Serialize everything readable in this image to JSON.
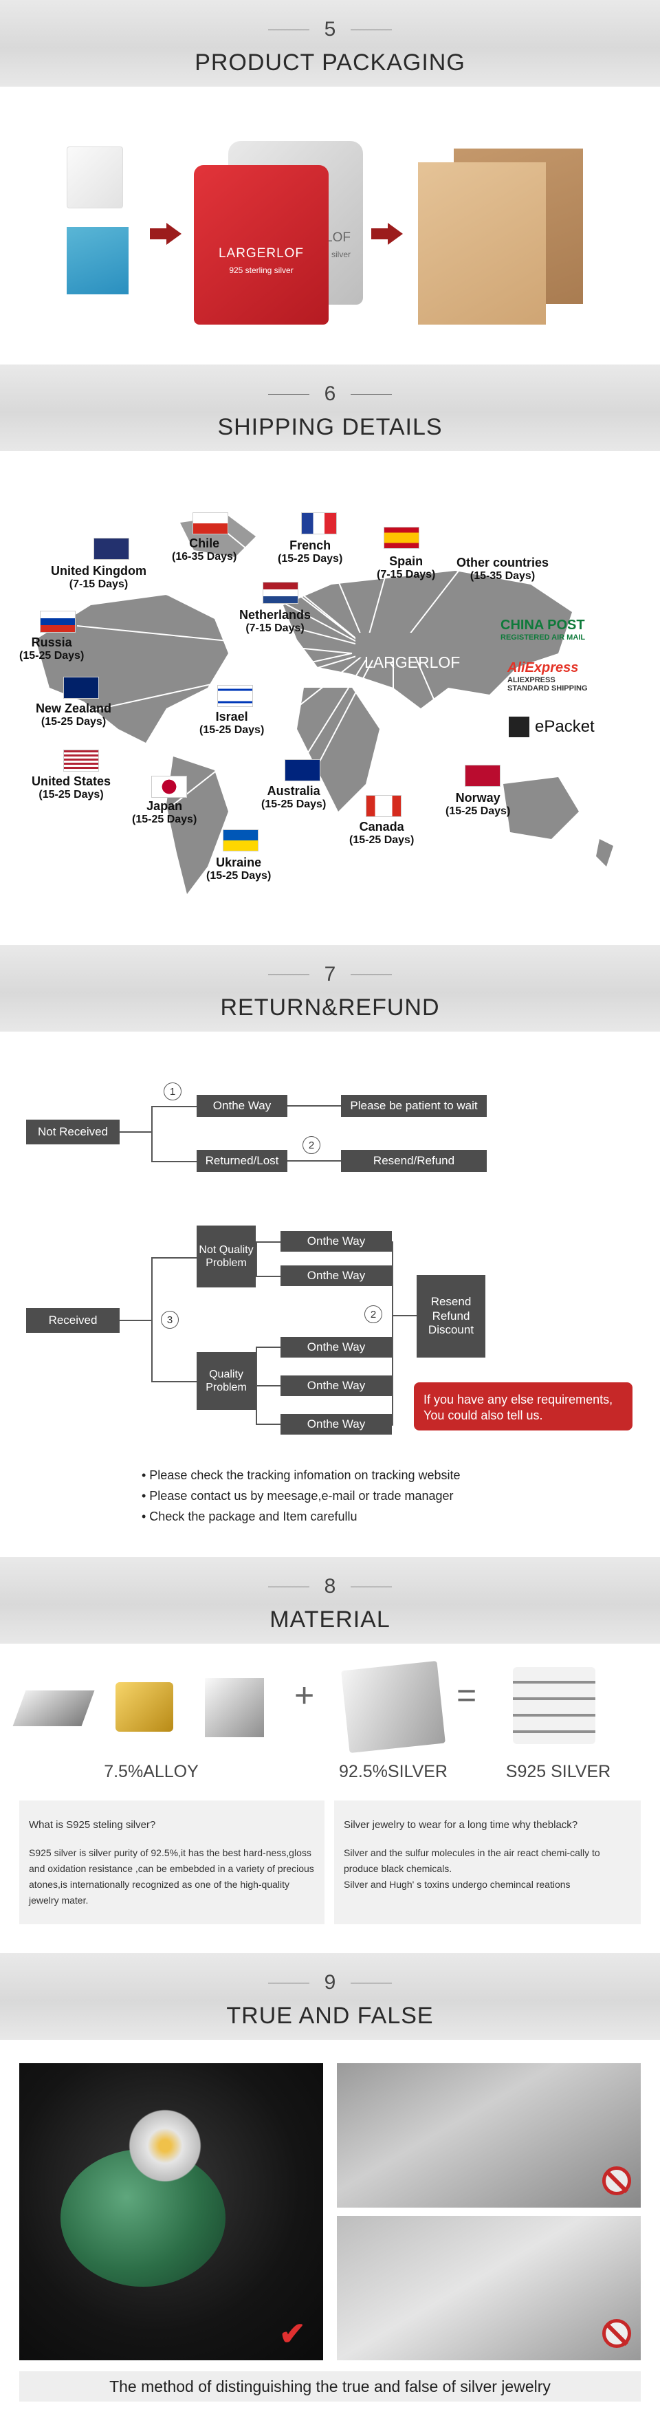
{
  "sections": {
    "packaging": {
      "number": "5",
      "title": "PRODUCT PACKAGING",
      "bag_brand": "LARGERLOF",
      "bag_sub": "925 sterling silver",
      "bag_brand_partial": "LOF",
      "bag_sub_partial": "silver"
    },
    "shipping": {
      "number": "6",
      "title": "SHIPPING DETAILS",
      "map_label": "LARGERLOF"
    },
    "return": {
      "number": "7",
      "title": "RETURN&REFUND"
    },
    "material": {
      "number": "8",
      "title": "MATERIAL"
    },
    "truefalse": {
      "number": "9",
      "title": "TRUE AND FALSE"
    }
  },
  "countries": [
    {
      "id": "chile",
      "name": "Chile",
      "days": "(16-35 Days)"
    },
    {
      "id": "french",
      "name": "French",
      "days": "(15-25 Days)"
    },
    {
      "id": "spain",
      "name": "Spain",
      "days": "(7-15 Days)"
    },
    {
      "id": "uk",
      "name": "United Kingdom",
      "days": "(7-15 Days)"
    },
    {
      "id": "other",
      "name": "Other countries",
      "days": "(15-35 Days)"
    },
    {
      "id": "netherlands",
      "name": "Netherlands",
      "days": "(7-15 Days)"
    },
    {
      "id": "russia",
      "name": "Russia",
      "days": "(15-25 Days)"
    },
    {
      "id": "nz",
      "name": "New Zealand",
      "days": "(15-25 Days)"
    },
    {
      "id": "israel",
      "name": "Israel",
      "days": "(15-25 Days)"
    },
    {
      "id": "us",
      "name": "United States",
      "days": "(15-25 Days)"
    },
    {
      "id": "japan",
      "name": "Japan",
      "days": "(15-25 Days)"
    },
    {
      "id": "australia",
      "name": "Australia",
      "days": "(15-25 Days)"
    },
    {
      "id": "canada",
      "name": "Canada",
      "days": "(15-25 Days)"
    },
    {
      "id": "norway",
      "name": "Norway",
      "days": "(15-25 Days)"
    },
    {
      "id": "ukraine",
      "name": "Ukraine",
      "days": "(15-25 Days)"
    }
  ],
  "carriers": {
    "china_post": "CHINA POST",
    "china_post_sub": "REGISTERED AIR MAIL",
    "aliexpress": "AliExpress",
    "aliexpress_sub1": "ALIEXPRESS",
    "aliexpress_sub2": "STANDARD SHIPPING",
    "epacket": "ePacket"
  },
  "refund": {
    "not_received": "Not Received",
    "onthe_way": "Onthe Way",
    "patient": "Please be patient to wait",
    "returned_lost": "Returned/Lost",
    "resend_refund": "Resend/Refund",
    "received": "Received",
    "not_quality": "Not Quality Problem",
    "quality": "Quality Problem",
    "resend_refund_discount": "Resend Refund Discount",
    "circle1": "1",
    "circle2": "2",
    "circle3": "3",
    "note": "If you have any else requirements, You could also tell us.",
    "bullets": [
      "• Please check the tracking infomation on tracking website",
      "• Please contact us by meesage,e-mail or trade manager",
      "• Check the package and Item carefullu"
    ]
  },
  "material": {
    "alloy": "7.5%ALLOY",
    "plus": "+",
    "silver": "92.5%SILVER",
    "equals": "=",
    "s925": "S925 SILVER",
    "left_q": "What is S925 steling silver?",
    "left_body": "S925 silver is silver purity of  92.5%,it has the best hard-ness,gloss and oxidation resistance ,can be embebded in a variety of precious atones,is internationally recognized as one of the high-quality jewelry mater.",
    "right_q": "Silver jewelry to wear for a long time why theblack?",
    "right_body1": "Silver and the sulfur molecules in the air react chemi-cally to produce black chemicals.",
    "right_body2": "Silver and Hugh' s toxins undergo chemincal reations"
  },
  "truefalse": {
    "caption": "The method of distinguishing the true and false of silver jewelry",
    "check": "✔"
  },
  "colors": {
    "accent_red": "#c62828",
    "box_grey": "#4d4d4d"
  }
}
